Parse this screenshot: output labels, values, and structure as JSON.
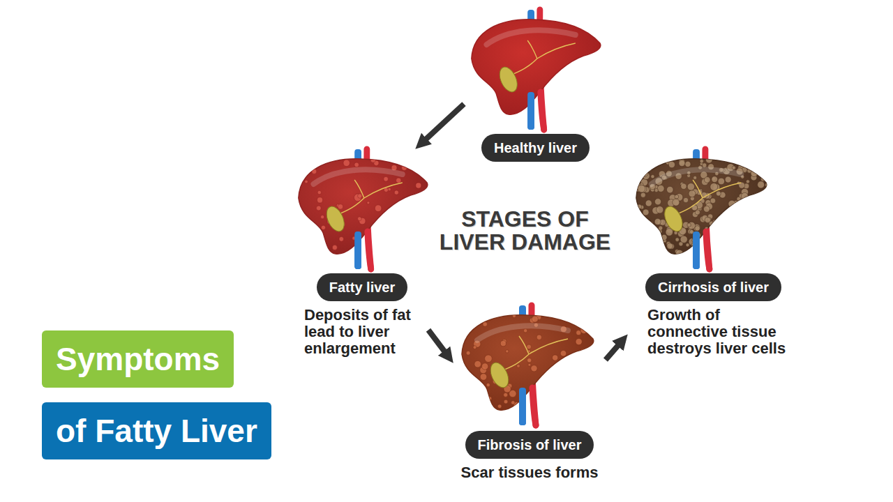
{
  "diagram": {
    "title": "STAGES OF LIVER DAMAGE",
    "nodes": [
      {
        "text": [
          "Symptoms"
        ]
      },
      {
        "text": [
          "of Fatty Liver"
        ]
      },
      {
        "text": [
          "Healthy liver"
        ]
      },
      {
        "text": [
          "Fatty liver",
          "Deposits of fat lead to liver enlargement"
        ]
      },
      {
        "text": [
          "Fibrosis of liver",
          "Scar tissues forms"
        ]
      },
      {
        "text": [
          "Cirrhosis of liver",
          "Growth of connective tissue destroys liver cells"
        ]
      }
    ],
    "edges": [
      {
        "from": 2,
        "to": 3,
        "arrow": "to"
      },
      {
        "from": 3,
        "to": 4,
        "arrow": "to"
      },
      {
        "from": 4,
        "to": 5,
        "arrow": "to"
      }
    ]
  }
}
